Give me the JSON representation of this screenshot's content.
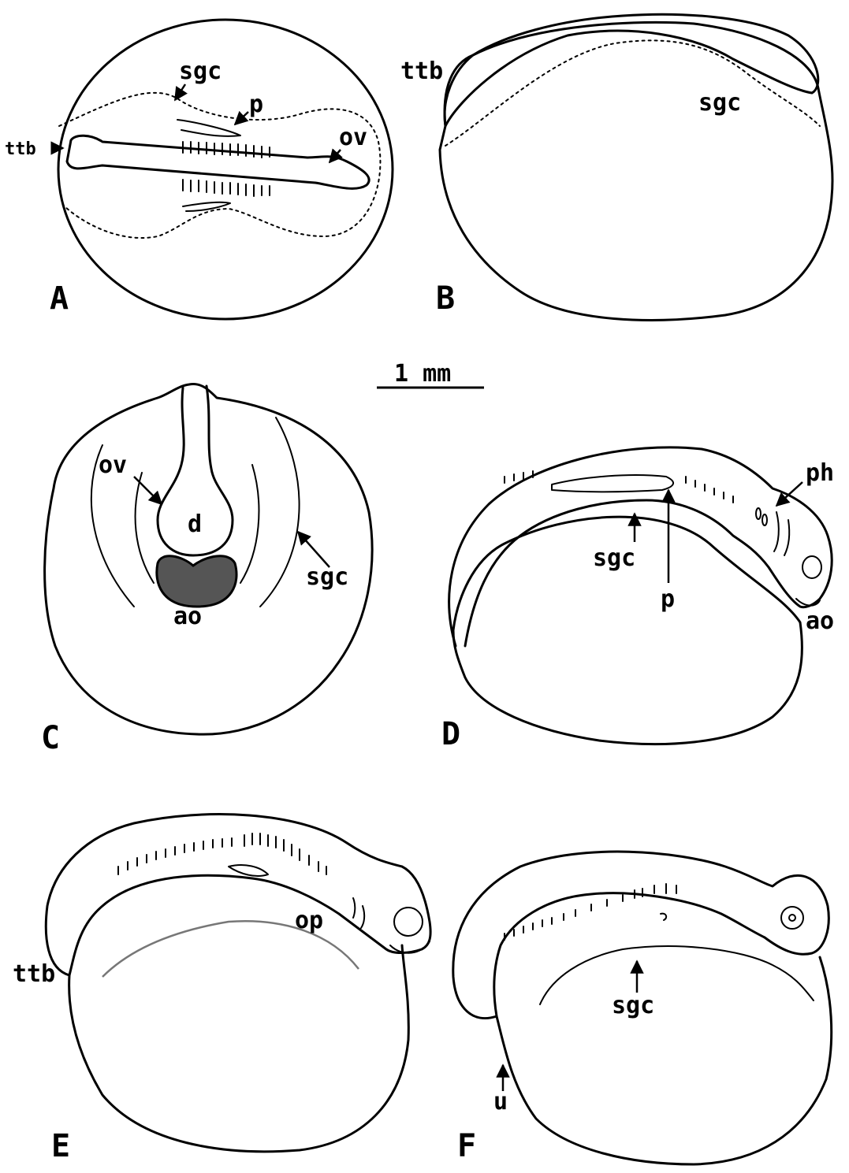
{
  "panels": {
    "A": {
      "letter": "A",
      "labels": {
        "sgc": "sgc",
        "p": "p",
        "ov": "ov",
        "ttb": "ttb"
      }
    },
    "B": {
      "letter": "B",
      "labels": {
        "ttb": "ttb",
        "sgc": "sgc"
      }
    },
    "C": {
      "letter": "C",
      "labels": {
        "ov": "ov",
        "d": "d",
        "sgc": "sgc",
        "ao": "ao"
      }
    },
    "D": {
      "letter": "D",
      "labels": {
        "ph": "ph",
        "sgc": "sgc",
        "p": "p",
        "ao": "ao"
      }
    },
    "E": {
      "letter": "E",
      "labels": {
        "op": "op",
        "ttb": "ttb"
      }
    },
    "F": {
      "letter": "F",
      "labels": {
        "sgc": "sgc",
        "u": "u"
      }
    }
  },
  "scale_bar": {
    "label": "1 mm"
  },
  "colors": {
    "ink": "#000000",
    "anal_opening_fill": "#555555",
    "yolk_line": "#777777"
  }
}
